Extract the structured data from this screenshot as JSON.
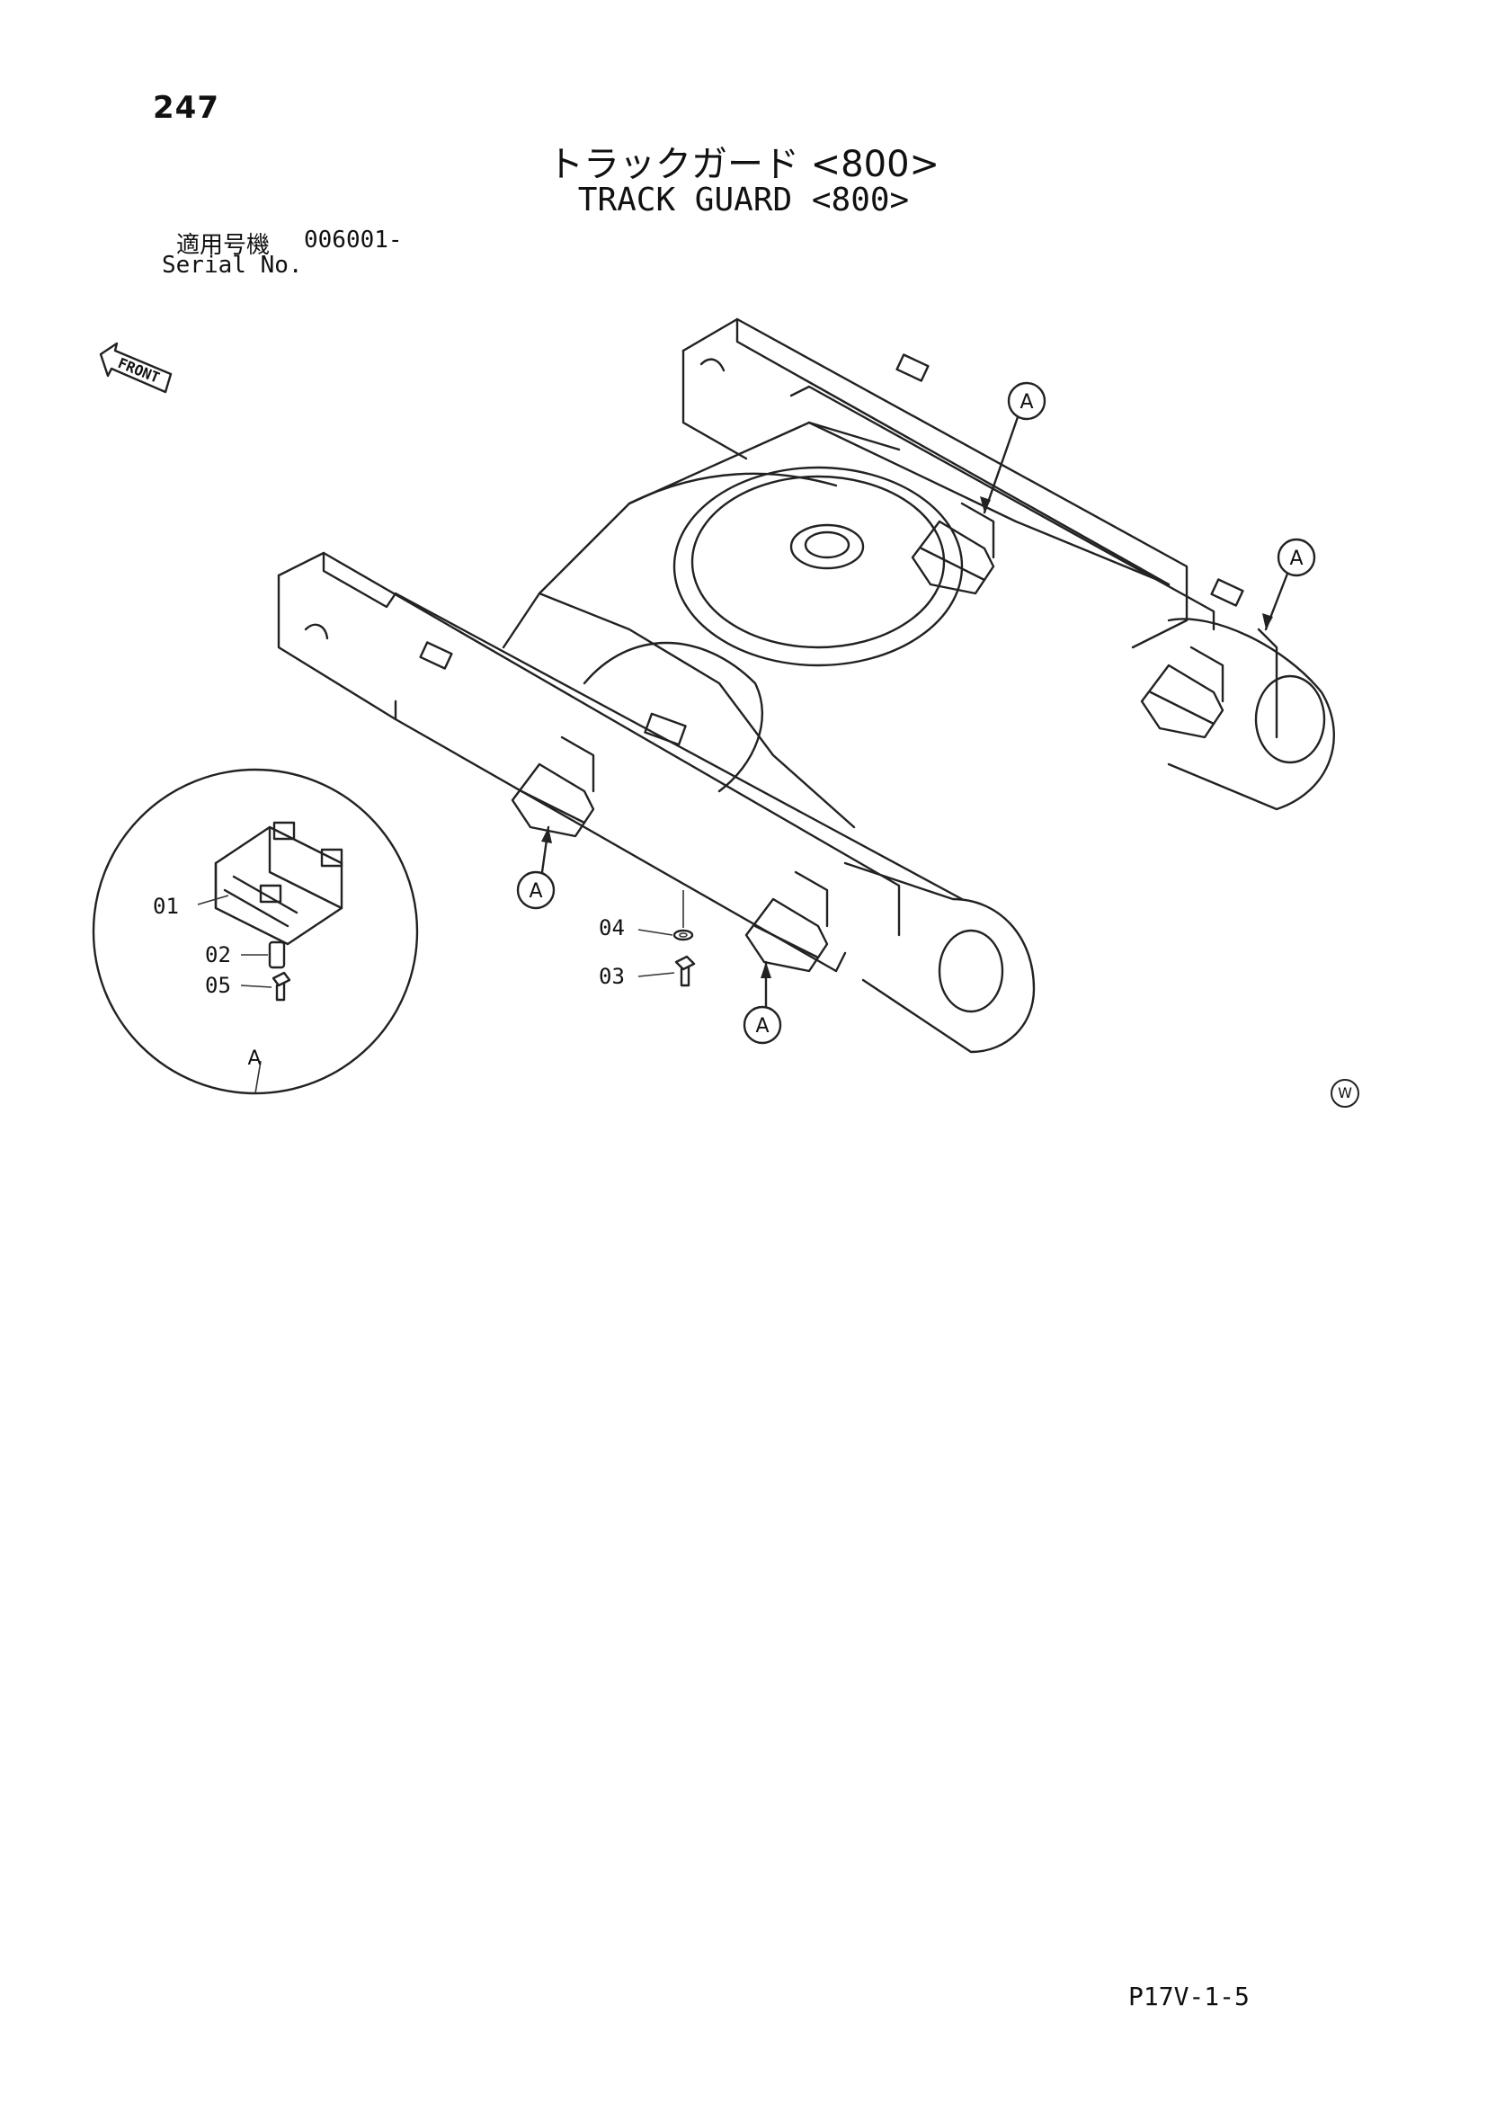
{
  "page_number": "247",
  "title_jp": "トラックガード <800>",
  "title_en": "TRACK GUARD <800>",
  "serial": {
    "label_jp": "適用号機",
    "code": "006001-",
    "label_en": "Serial No."
  },
  "front_label": "FRONT",
  "detail_label": "A",
  "callout_letter": "A",
  "parts": [
    {
      "no": "01"
    },
    {
      "no": "02"
    },
    {
      "no": "03"
    },
    {
      "no": "04"
    },
    {
      "no": "05"
    }
  ],
  "watermark": "W",
  "doc_code": "P17V-1-5"
}
